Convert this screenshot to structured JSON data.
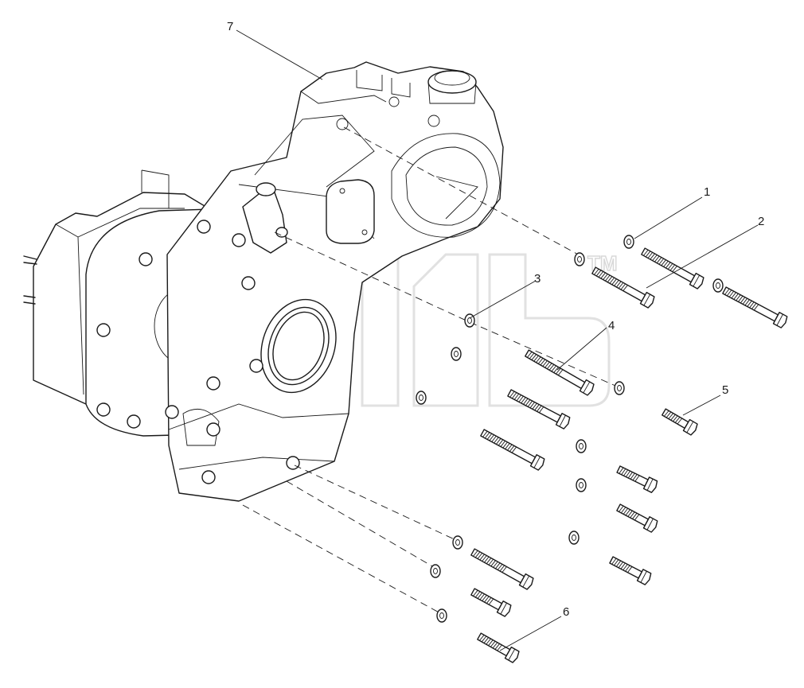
{
  "callouts": [
    {
      "id": "1",
      "label": "1"
    },
    {
      "id": "2",
      "label": "2"
    },
    {
      "id": "3",
      "label": "3"
    },
    {
      "id": "4",
      "label": "4"
    },
    {
      "id": "5",
      "label": "5"
    },
    {
      "id": "6",
      "label": "6"
    },
    {
      "id": "7",
      "label": "7"
    }
  ],
  "watermark": {
    "text": "",
    "trademark": "TM"
  },
  "colors": {
    "line": "#1a1a1a",
    "background": "#ffffff",
    "watermark": "#c8c8c8"
  }
}
